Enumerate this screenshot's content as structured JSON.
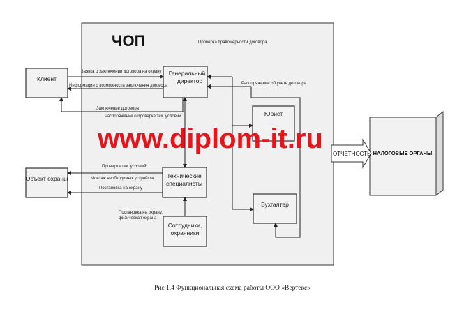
{
  "title": "ЧОП",
  "boxes": {
    "client": "Клиент",
    "director_1": "Генеральный",
    "director_2": "директор",
    "lawyer": "Юрист",
    "accountant": "Бухгалтер",
    "tech_1": "Технические",
    "tech_2": "специалисты",
    "staff_1": "Сотрудники,",
    "staff_2": "охранники",
    "object": "Объект охраны",
    "tax": "НАЛОГОВЫЕ ОРГАНЫ"
  },
  "labels": {
    "legality": "Проверка правомерности договора",
    "request": "Заявка о заключении договора на охрану",
    "info": "Информация о возможности заключения договора",
    "conclusion": "Заключение договора",
    "accounting_order": "Распоряжение об учете договора",
    "tech_order": "Распоряжение о проверке тех. условий",
    "tech_check": "Проверка тех. условий",
    "install": "Монтаж необходимых устройств",
    "guard_setup": "Постановка на охрану",
    "physical_1": "Постановка на охрану,",
    "physical_2": "физическая охрана",
    "report": "ОТЧЕТНОСТЬ"
  },
  "watermark": "www.diplom-it.ru",
  "caption": "Рис 1.4 Функциональная схема работы ООО «Вертекс»"
}
